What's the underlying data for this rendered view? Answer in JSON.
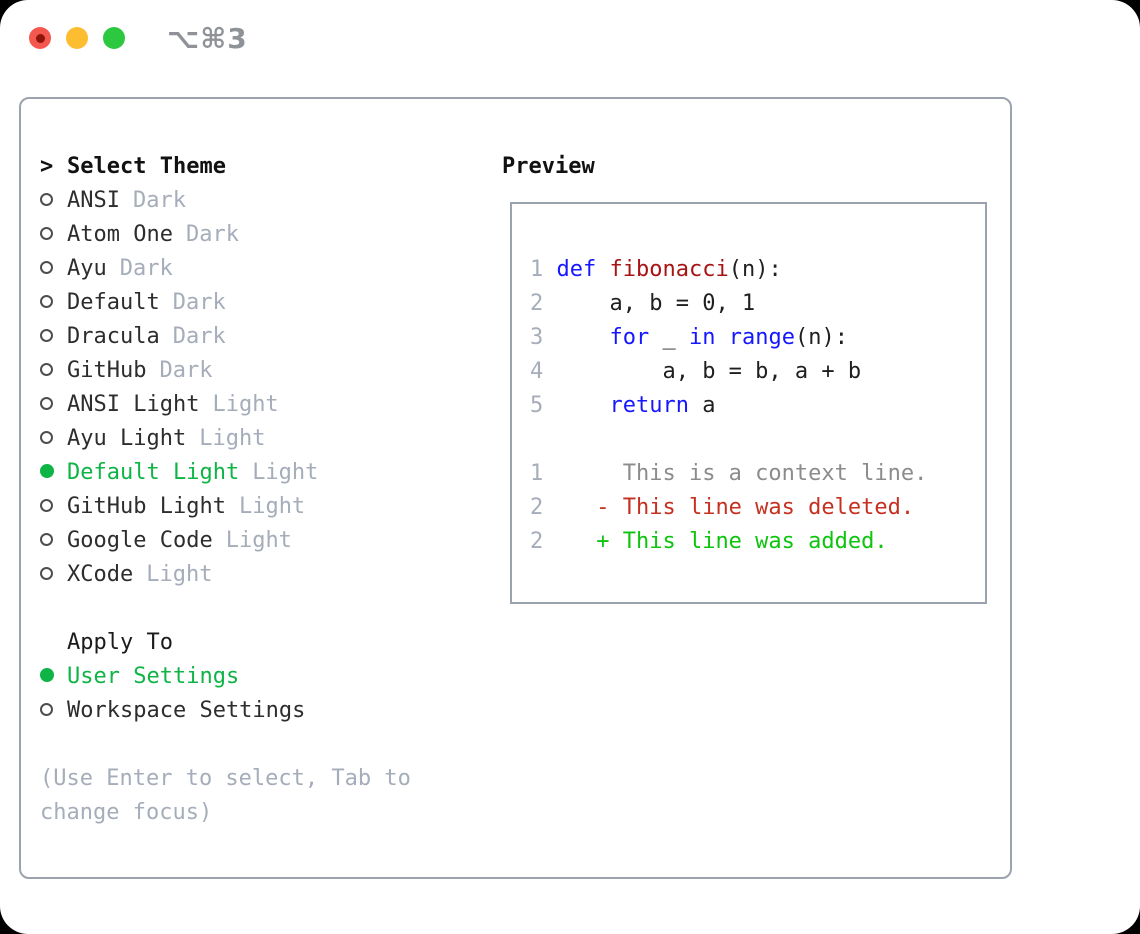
{
  "titlebar": {
    "shortcut": "⌥⌘3"
  },
  "theme_picker": {
    "title_prefix": ">",
    "title": "Select Theme",
    "items": [
      {
        "name": "ANSI",
        "variant": "Dark",
        "selected": false
      },
      {
        "name": "Atom One",
        "variant": "Dark",
        "selected": false
      },
      {
        "name": "Ayu",
        "variant": "Dark",
        "selected": false
      },
      {
        "name": "Default",
        "variant": "Dark",
        "selected": false
      },
      {
        "name": "Dracula",
        "variant": "Dark",
        "selected": false
      },
      {
        "name": "GitHub",
        "variant": "Dark",
        "selected": false
      },
      {
        "name": "ANSI Light",
        "variant": "Light",
        "selected": false
      },
      {
        "name": "Ayu Light",
        "variant": "Light",
        "selected": false
      },
      {
        "name": "Default Light",
        "variant": "Light",
        "selected": true
      },
      {
        "name": "GitHub Light",
        "variant": "Light",
        "selected": false
      },
      {
        "name": "Google Code",
        "variant": "Light",
        "selected": false
      },
      {
        "name": "XCode",
        "variant": "Light",
        "selected": false
      }
    ],
    "apply_to": {
      "title": "Apply To",
      "options": [
        {
          "label": "User Settings",
          "selected": true
        },
        {
          "label": "Workspace Settings",
          "selected": false
        }
      ]
    },
    "hint": "(Use Enter to select, Tab to change focus)"
  },
  "preview": {
    "title": "Preview",
    "code_lines": [
      {
        "num": "1",
        "tokens": [
          {
            "t": "def",
            "c": "kw"
          },
          {
            "t": " "
          },
          {
            "t": "fibonacci",
            "c": "fn"
          },
          {
            "t": "(n):"
          }
        ]
      },
      {
        "num": "2",
        "tokens": [
          {
            "t": "    a, b = 0, 1"
          }
        ]
      },
      {
        "num": "3",
        "tokens": [
          {
            "t": "    "
          },
          {
            "t": "for",
            "c": "kw"
          },
          {
            "t": " _ "
          },
          {
            "t": "in",
            "c": "kw"
          },
          {
            "t": " "
          },
          {
            "t": "range",
            "c": "kw"
          },
          {
            "t": "(n):"
          }
        ]
      },
      {
        "num": "4",
        "tokens": [
          {
            "t": "        a, b = b, a + b"
          }
        ]
      },
      {
        "num": "5",
        "tokens": [
          {
            "t": "    "
          },
          {
            "t": "return",
            "c": "kw"
          },
          {
            "t": " a"
          }
        ]
      }
    ],
    "diff_lines": [
      {
        "num": "1",
        "text": "     This is a context line.",
        "kind": "context"
      },
      {
        "num": "2",
        "text": "   - This line was deleted.",
        "kind": "deleted"
      },
      {
        "num": "2",
        "text": "   + This line was added.",
        "kind": "added"
      }
    ]
  },
  "colors": {
    "selection_green": "#0fb446",
    "keyword_blue": "#1518ff",
    "function_red": "#a81414",
    "diff_deleted_red": "#c53121",
    "diff_added_green": "#0ec40e",
    "muted_gray": "#a5adba",
    "frame_border_gray": "#9aa3ae",
    "traffic_red": "#f4574d",
    "traffic_yellow": "#fcbd30",
    "traffic_green": "#2cc840"
  }
}
